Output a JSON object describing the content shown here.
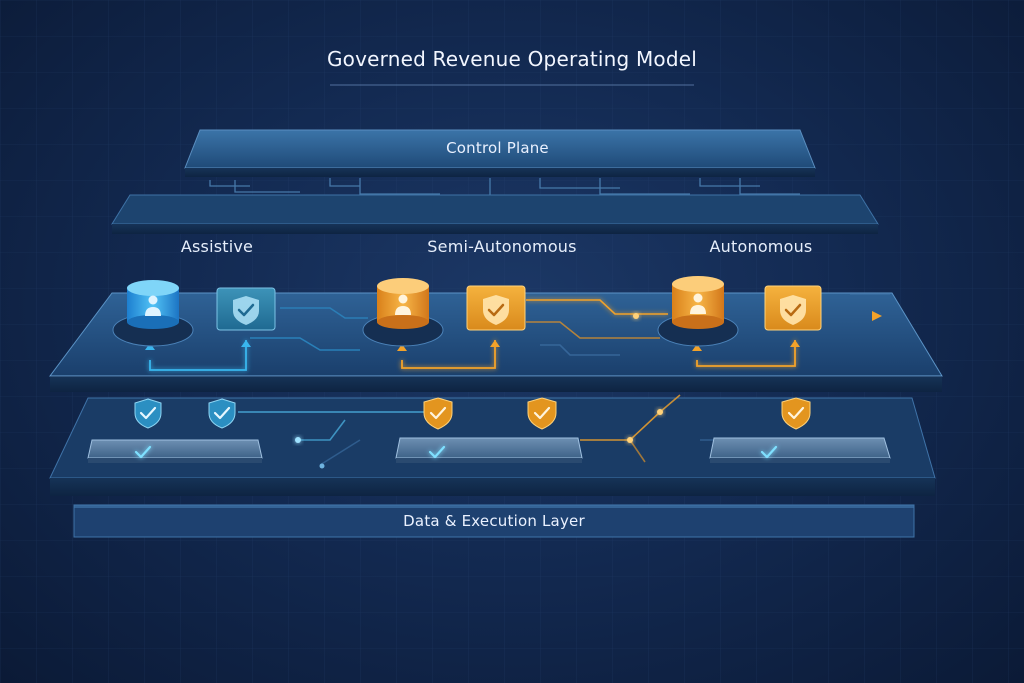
{
  "title": "Governed Revenue Operating Model",
  "control_plane": {
    "label": "Control Plane"
  },
  "data_layer": {
    "label": "Data & Execution Layer"
  },
  "tiers": [
    {
      "label": "Assistive",
      "color": "#2fb3ee"
    },
    {
      "label": "Semi-Autonomous",
      "color": "#f2a22a"
    },
    {
      "label": "Autonomous",
      "color": "#f2a22a"
    }
  ],
  "colors": {
    "background": "#132a52",
    "slab": "#2a5a8a",
    "assistive_accent": "#2fb3ee",
    "autonomy_accent": "#f2a22a"
  },
  "icons": {
    "agent": "user-icon",
    "policy": "shield-check-icon",
    "execution": "checkmark-icon"
  }
}
